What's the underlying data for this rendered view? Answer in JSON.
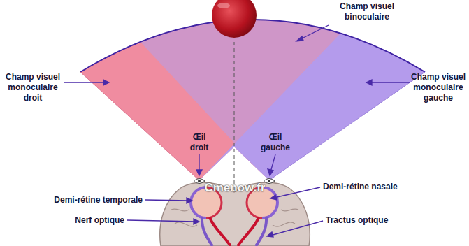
{
  "diagram": {
    "labels": [
      "Champ visuel binoculaire",
      "Champ visuel monoculaire droit",
      "Champ visuel monoculaire gauche",
      "Œil droit",
      "Œil gauche",
      "Demi-rétine temporale",
      "Demi-rétine nasale",
      "Nerf optique",
      "Tractus optique",
      "Cmenow.fr"
    ]
  }
}
